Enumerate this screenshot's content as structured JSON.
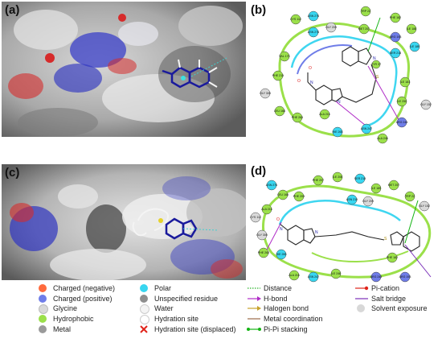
{
  "panels": [
    {
      "label": "(a)"
    },
    {
      "label": "(b)"
    },
    {
      "label": "(c)"
    },
    {
      "label": "(d)"
    }
  ],
  "panel_b_residues": [
    "CYS 112",
    "ASN 276",
    "ASN 278",
    "TRP 22",
    "PHE 182",
    "ILE 188",
    "ILE 189",
    "SER 218",
    "GLY 209",
    "MET 207",
    "ARG 193",
    "TYR 37",
    "VAL 170",
    "PHE 215",
    "GLY 300",
    "LEU 168",
    "PHE 264",
    "ALA 216",
    "HIE 265",
    "ASN 247",
    "ALA 246",
    "ARG 244",
    "ILE 250",
    "GLY 152",
    "ILE 181"
  ],
  "panel_d_residues": [
    "ASN 276",
    "PHE 207",
    "ILE 206",
    "SER 218",
    "ILE 189",
    "TRP 22",
    "MET 207",
    "LEU 168",
    "PHE 209",
    "ALA 216",
    "ASN 210",
    "GLY 209",
    "GLY 152",
    "CYS 112",
    "GLY 300",
    "PHE 264",
    "HIE 265",
    "ALA 216",
    "ASN 247",
    "ILE 246",
    "ARG 244",
    "ARG 193",
    "PHE 182"
  ],
  "legend": {
    "col1": [
      {
        "label": "Charged (negative)",
        "color": "#ff6a3d"
      },
      {
        "label": "Charged (positive)",
        "color": "#6f7de8"
      },
      {
        "label": "Glycine",
        "color": "#d9d9d9"
      },
      {
        "label": "Hydrophobic",
        "color": "#9be04a"
      },
      {
        "label": "Metal",
        "color": "#9a9a9a"
      }
    ],
    "col2": [
      {
        "label": "Polar",
        "color": "#38d6f0"
      },
      {
        "label": "Unspecified residue",
        "color": "#8e8e8e"
      },
      {
        "label": "Water",
        "color": "#f4f4f4"
      },
      {
        "label": "Hydration site",
        "color": "#ffffff"
      },
      {
        "label": "Hydration site (displaced)",
        "color": "#e0241b"
      }
    ],
    "col3": [
      {
        "label": "Distance",
        "color": "#2fb42f"
      },
      {
        "label": "H-bond",
        "color": "#b02cc7"
      },
      {
        "label": "Halogen bond",
        "color": "#c7a22c"
      },
      {
        "label": "Metal coordination",
        "color": "#9b6b4a"
      },
      {
        "label": "Pi-Pi stacking",
        "color": "#14b414"
      }
    ],
    "col4": [
      {
        "label": "Pi-cation",
        "color": "#e0241b"
      },
      {
        "label": "Salt bridge",
        "color": "#7a2fb8"
      },
      {
        "label": "Solvent exposure",
        "color": "#d8d8d8"
      }
    ]
  }
}
